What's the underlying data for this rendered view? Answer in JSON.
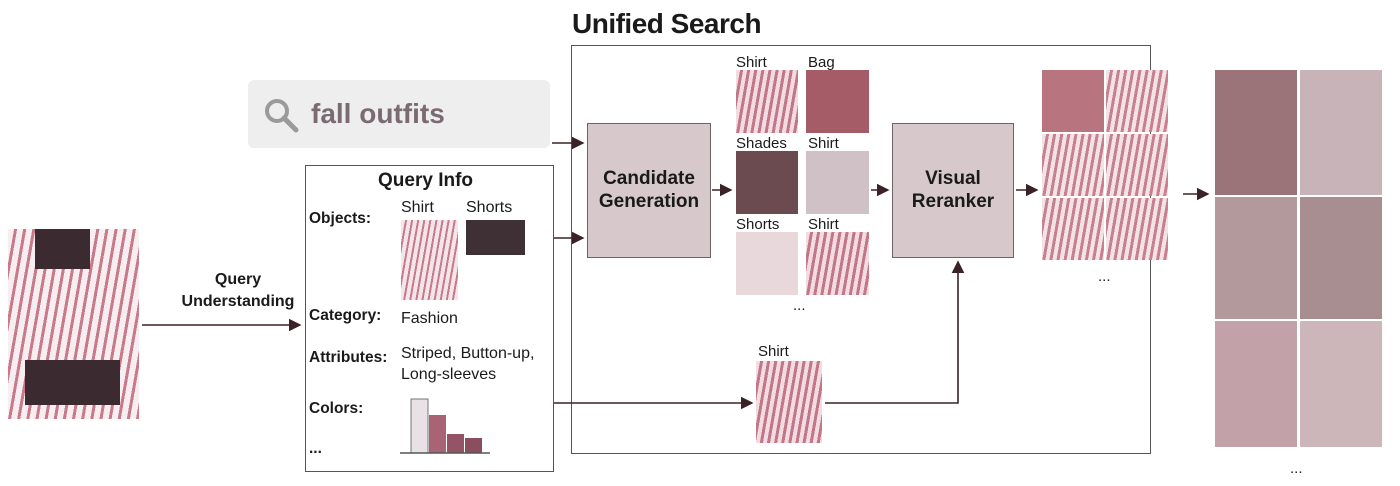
{
  "title": "Unified Search",
  "search": {
    "query": "fall outfits",
    "icon": "search-icon"
  },
  "query_understanding": {
    "line1": "Query",
    "line2": "Understanding"
  },
  "query_info": {
    "title": "Query Info",
    "objects_label": "Objects:",
    "object_1": "Shirt",
    "object_2": "Shorts",
    "category_label": "Category:",
    "category_value": "Fashion",
    "attributes_label": "Attributes:",
    "attributes_line1": "Striped, Button-up,",
    "attributes_line2": "Long-sleeves",
    "colors_label": "Colors:",
    "more": "..."
  },
  "candidate_generation": {
    "line1": "Candidate",
    "line2": "Generation"
  },
  "visual_reranker": {
    "line1": "Visual",
    "line2": "Reranker"
  },
  "candidates": {
    "labels": [
      "Shirt",
      "Bag",
      "Shades",
      "Shirt",
      "Shorts",
      "Shirt"
    ],
    "more": "..."
  },
  "reranker_input_label": "Shirt",
  "reranked_more": "...",
  "final_more": "...",
  "colors": {
    "block_fill": "#d6c8cb",
    "photo_pink": "#c78a98",
    "hist_light": "#e8e2e6",
    "hist_mid": "#a86474",
    "hist_dark": "#8b4e5e"
  }
}
